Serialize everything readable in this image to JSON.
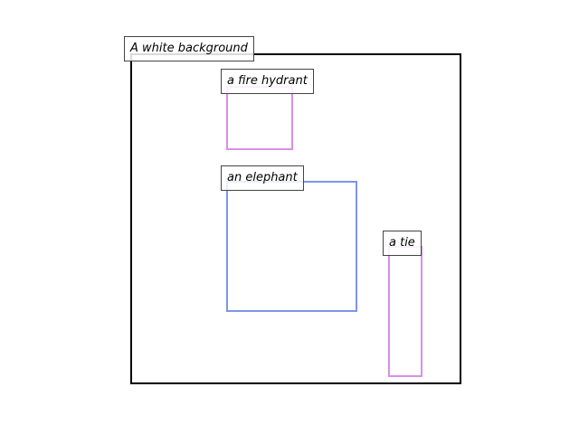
{
  "diagram": {
    "background_label": "A white background",
    "regions": [
      {
        "key": "fire-hydrant",
        "label": "a fire hydrant",
        "color": "#d98ee8"
      },
      {
        "key": "elephant",
        "label": "an elephant",
        "color": "#7f95e8"
      },
      {
        "key": "tie",
        "label": "a tie",
        "color": "#d98ee8"
      }
    ]
  }
}
